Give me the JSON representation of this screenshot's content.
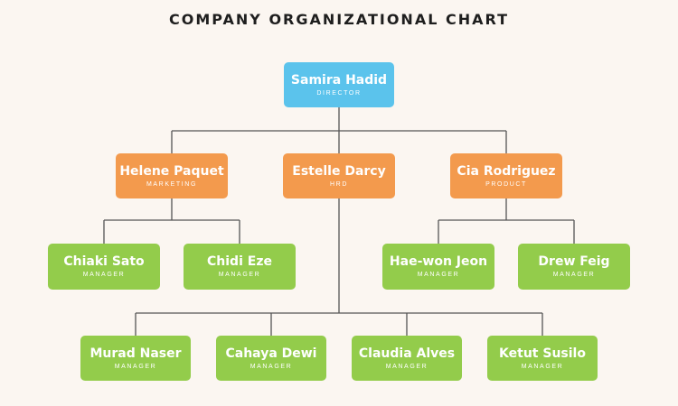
{
  "title": "COMPANY ORGANIZATIONAL CHART",
  "colors": {
    "director": "#5bc3ec",
    "head": "#f39a4d",
    "manager": "#93cc4b",
    "line": "#555555",
    "background": "#fbf6f1"
  },
  "director": {
    "name": "Samira Hadid",
    "role": "DIRECTOR"
  },
  "heads": [
    {
      "name": "Helene Paquet",
      "role": "MARKETING"
    },
    {
      "name": "Estelle Darcy",
      "role": "HRD"
    },
    {
      "name": "Cia Rodriguez",
      "role": "PRODUCT"
    }
  ],
  "managers": [
    {
      "name": "Chiaki Sato",
      "role": "MANAGER"
    },
    {
      "name": "Chidi Eze",
      "role": "MANAGER"
    },
    {
      "name": "Hae-won Jeon",
      "role": "MANAGER"
    },
    {
      "name": "Drew Feig",
      "role": "MANAGER"
    },
    {
      "name": "Murad Naser",
      "role": "MANAGER"
    },
    {
      "name": "Cahaya Dewi",
      "role": "MANAGER"
    },
    {
      "name": "Claudia Alves",
      "role": "MANAGER"
    },
    {
      "name": "Ketut Susilo",
      "role": "MANAGER"
    }
  ]
}
